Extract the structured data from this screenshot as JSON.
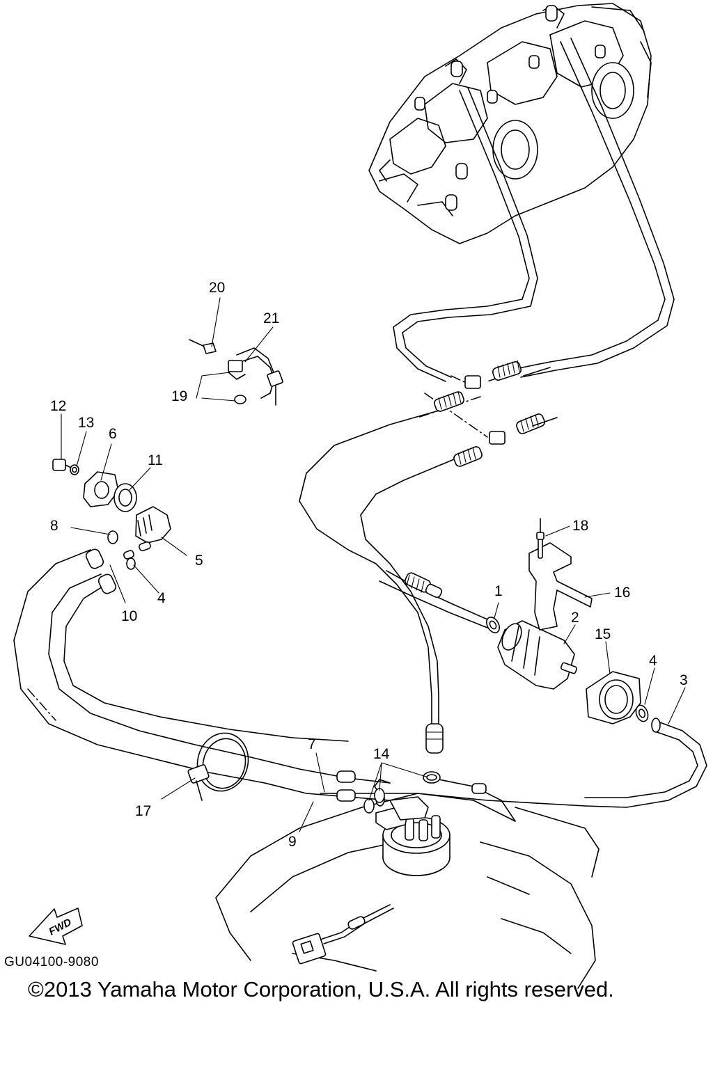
{
  "diagram": {
    "code": "GU04100-9080",
    "copyright": "©2013 Yamaha Motor Corporation, U.S.A. All rights reserved.",
    "fwd_label": "FWD"
  },
  "callouts": [
    {
      "id": "callout-1",
      "text": "1"
    },
    {
      "id": "callout-2",
      "text": "2"
    },
    {
      "id": "callout-3",
      "text": "3"
    },
    {
      "id": "callout-4a",
      "text": "4"
    },
    {
      "id": "callout-4b",
      "text": "4"
    },
    {
      "id": "callout-5",
      "text": "5"
    },
    {
      "id": "callout-6",
      "text": "6"
    },
    {
      "id": "callout-7",
      "text": "7"
    },
    {
      "id": "callout-8",
      "text": "8"
    },
    {
      "id": "callout-9",
      "text": "9"
    },
    {
      "id": "callout-10",
      "text": "10"
    },
    {
      "id": "callout-11",
      "text": "11"
    },
    {
      "id": "callout-12",
      "text": "12"
    },
    {
      "id": "callout-13",
      "text": "13"
    },
    {
      "id": "callout-14",
      "text": "14"
    },
    {
      "id": "callout-15",
      "text": "15"
    },
    {
      "id": "callout-16",
      "text": "16"
    },
    {
      "id": "callout-17",
      "text": "17"
    },
    {
      "id": "callout-18",
      "text": "18"
    },
    {
      "id": "callout-19",
      "text": "19"
    },
    {
      "id": "callout-20",
      "text": "20"
    },
    {
      "id": "callout-21",
      "text": "21"
    }
  ]
}
